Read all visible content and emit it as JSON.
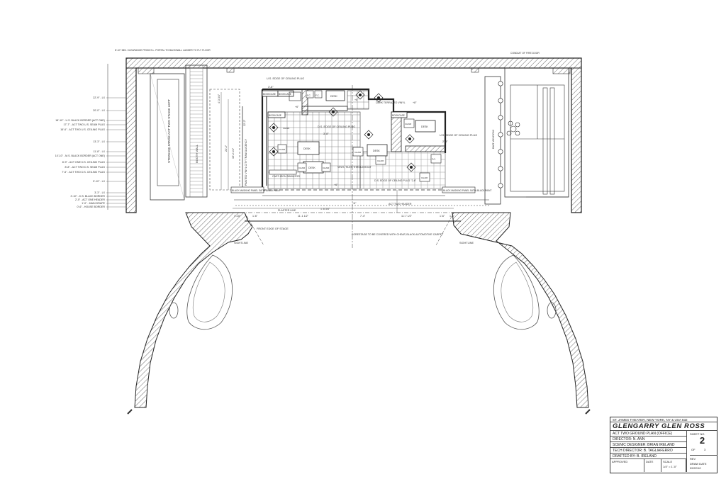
{
  "title_block": {
    "show_line": "ST. JAMES THEATER, NEW YORK, NY & USA 832",
    "title": "GLENGARRY GLEN ROSS",
    "sheet_title": "ACT TWO GROUND PLAN (OFFICE)",
    "director": "DIRECTOR: N. ANN",
    "scenic_designer": "SCENIC DESIGNER: BRIAN IRELAND",
    "tech_director": "TECH DIRECTOR: B. TAGLIAFERRO",
    "drafted_by": "DRAFTED BY: B. IRELAND",
    "approved_label": "APPROVED",
    "date_label": "DATE",
    "scale_label": "SCALE",
    "scale_value": "1/4\" = 1'-0\"",
    "sheet_label": "SHEET NO.",
    "sheet_number": "2",
    "of_label": "OF",
    "total_sheets": "3",
    "rev_label": "REV",
    "draw_date_label": "DRAW DATE",
    "draw_date": "09/22/10"
  },
  "rooms": {
    "storage": "STORAGE STAGE ACT TWO STAGE LEFT",
    "booth_wall": "BOOTH WALL",
    "translucency": "PAINTED VINYL CITY TRANSLUCENCY",
    "bar_window": "BAR WINDOW",
    "dark_terrazzo": "DARK TERRAZZO VINYL",
    "vinyl_tiles": "VINYL TILES THROUGHOUT",
    "radiator": "CAST-IRON RADIATOR"
  },
  "furniture": {
    "bookcase": "BOOKCASE",
    "desk": "DESK",
    "chair": "CHAIR",
    "fc": "F.C."
  },
  "notes": {
    "us_edge_ceiling_plug": "U.S. EDGE OF CEILING PLUG",
    "us_edge_left_dim": "3'-8\"",
    "ds_edge_ceiling_plug": "D.S. EDGE OF CEILING PLUG",
    "ds_edge_dim": "3'-8\"",
    "ds_edge_label_bottom": "D.S. EDGE OF CEILING PLUG \"2-8\"",
    "us_edge_right": "U.S. EDGE OF CEILING PLUG",
    "us_edge_right_dim": "2'-8\"",
    "black_masking_left": "BLACK MASKING PANEL SATIN BLACK PAINT",
    "black_masking_right": "BLACK MASKING PANEL SATIN BLACK PAINT",
    "act_two_header": "ACT TWO HEADER",
    "plaster_line": "PLASTER LINE",
    "front_edge": "FRONT EDGE OF STAGE",
    "forestage": "FORESTAGE TO BE COVERED WITH CHEAP, BLACK AUTOMOTIVE CARPET",
    "sightline_left": "SIGHTLINE",
    "sightline_right": "SIGHTLINE",
    "top_note_left": "8'-10\" MIN. CLEARANCE FROM S.L. PORTAL TO BACKWALL",
    "top_note_mid": "LADDER TO FLY FLOOR",
    "top_note_right": "CONDUIT OF FIRE DOOR",
    "elev_1": "+6\"",
    "elev_2": "+6\"",
    "elev_3": "+8\"",
    "elev_4": "+6\"",
    "elev_5": "+6\""
  },
  "dimensions": {
    "d1": "1'-10\"",
    "d2": "1'-6\"",
    "d3": "11'-1 1/2\"",
    "d4": "7'-4\"",
    "d5": "11'-7 1/2\"",
    "d6": "1'-6\"",
    "d7": "1'-6\"",
    "d8": "1'-6 3/4\"",
    "v1": "4'-3 3/4\"",
    "v2": "22'-2\"",
    "v3": "15'-2 1/4\"",
    "v4": "22'-2\""
  },
  "lineset": [
    "22'-9\" - LX",
    "20'-0\" - LX",
    "18'-10\" - U.S. BLACK BORDER (ACT ONE)",
    "17'-7\" - ACT TWO U.S. SEAM PLUG",
    "16'-6\" - ACT TWO U.S. CEILING PLUG",
    "13'-3\" - LX",
    "11'-8\" - LX",
    "10'-10\" - M.S. BLACK BORDER (ACT ONE)",
    "8'-9\" - ACT ONE D.S. CEILING PLUG",
    "8'-8\" - ACT TWO D.S. SEAM PLUG",
    "7'-5\" - ACT TWO D.S. CEILING PLUG",
    "5'-10\" - LX",
    "3'-3\" - LX",
    "2'-10\" - D.S. BLACK BORDER",
    "2'-0\" - ACT ONE HEADER",
    "1'-0\" - MAIN DRAPE",
    "0'-6\" - HOUSE BORDER"
  ]
}
